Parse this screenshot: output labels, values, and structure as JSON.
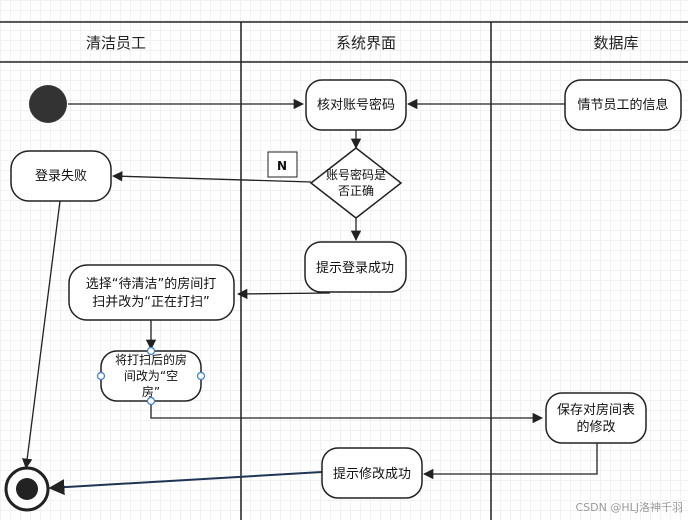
{
  "lanes": {
    "cleaner": "清洁员工",
    "system": "系统界面",
    "database": "数据库"
  },
  "nodes": {
    "verify": "核对账号密码",
    "info": [
      "情节员工的信息"
    ],
    "decision": [
      "账号密码是",
      "否正确"
    ],
    "login_fail": "登录失败",
    "login_ok": "提示登录成功",
    "select_room": [
      "选择“待清洁”的房间打",
      "扫并改为“正在打扫”"
    ],
    "mark_empty": [
      "将打扫后的房",
      "间改为“空",
      "房”"
    ],
    "save_table": [
      "保存对房间表",
      "的修改"
    ],
    "modify_ok": "提示修改成功"
  },
  "labels": {
    "no_branch": "N"
  },
  "watermark": "CSDN @HLJ洛神千羽"
}
